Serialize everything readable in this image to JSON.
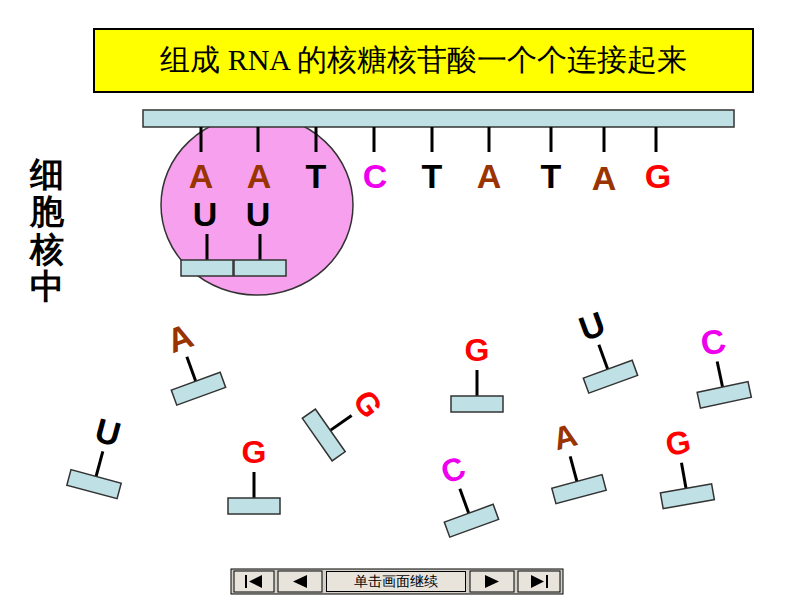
{
  "diagram": {
    "title": "组成 RNA 的核糖核苷酸一个个连接起来",
    "nodes": [
      {
        "text": [
          "单击画面继续"
        ]
      }
    ],
    "labels": [
      "A",
      "A",
      "T",
      "C",
      "T",
      "A",
      "T",
      "A",
      "G",
      "U",
      "U",
      "A",
      "U",
      "C",
      "G",
      "G",
      "U",
      "A",
      "G",
      "G",
      "C",
      "细胞核中"
    ]
  }
}
